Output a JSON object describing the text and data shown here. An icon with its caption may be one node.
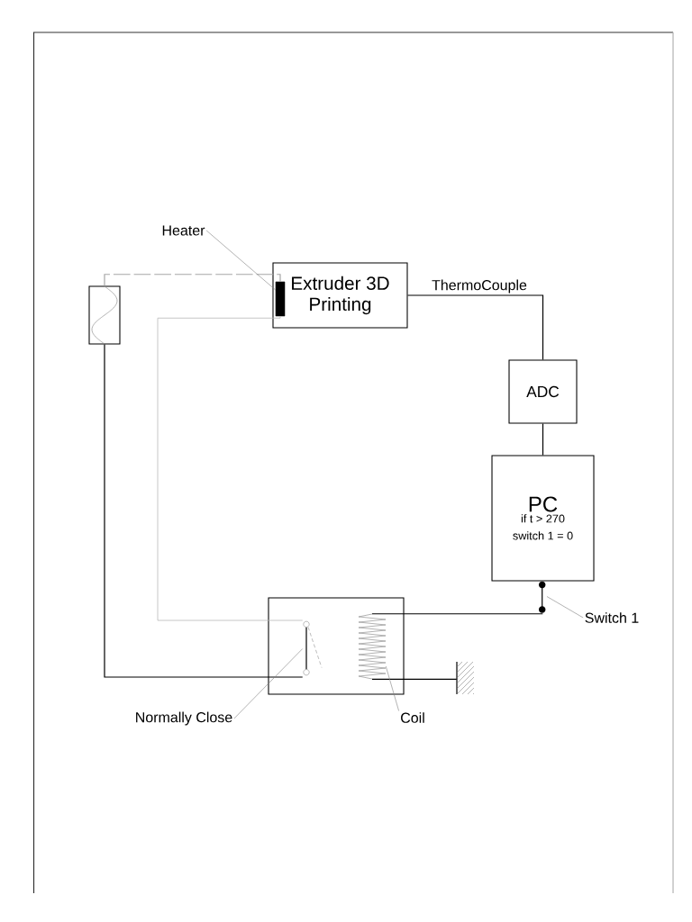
{
  "diagram": {
    "nodes": [
      {
        "text": [
          "Heater"
        ]
      },
      {
        "text": [
          "Extruder 3D Printing"
        ]
      },
      {
        "text": [],
        "shape": "bar",
        "in": 1
      },
      {
        "text": [],
        "shape": "box"
      },
      {
        "text": [
          "ADC"
        ]
      },
      {
        "text": [
          "PC",
          "if t > 270 switch 1 = 0"
        ]
      },
      {
        "text": [],
        "shape": "picture"
      },
      {
        "text": [
          "Switch 1"
        ]
      },
      {
        "text": [],
        "shape": "box"
      },
      {
        "text": [],
        "shape": "picture",
        "in": 8
      },
      {
        "text": [],
        "shape": "picture",
        "in": 8
      },
      {
        "text": [],
        "shape": "picture"
      },
      {
        "text": [
          "Normally Close"
        ]
      },
      {
        "text": [
          "Coil"
        ]
      }
    ],
    "edges": [
      {
        "from": 1,
        "to": 4,
        "arrow": "none",
        "label": "ThermoCouple"
      },
      {
        "from": 4,
        "to": 5,
        "arrow": "none"
      },
      {
        "from": 3,
        "to": 2,
        "arrow": "none",
        "style": "dashed",
        "color": "#a6a6a6"
      },
      {
        "from": 2,
        "to": 9,
        "arrow": "none",
        "color": "#b8b8b8"
      },
      {
        "from": 3,
        "to": 9,
        "arrow": "none"
      },
      {
        "from": 6,
        "to": 10,
        "arrow": "none"
      },
      {
        "from": 10,
        "to": 11,
        "arrow": "none"
      },
      {
        "from": 0,
        "to": 2,
        "arrow": "none",
        "color": "#808080"
      },
      {
        "from": 7,
        "to": 6,
        "arrow": "none",
        "color": "#808080"
      },
      {
        "from": 12,
        "to": 9,
        "arrow": "none",
        "color": "#808080"
      },
      {
        "from": 13,
        "to": 10,
        "arrow": "none",
        "color": "#808080"
      }
    ]
  }
}
